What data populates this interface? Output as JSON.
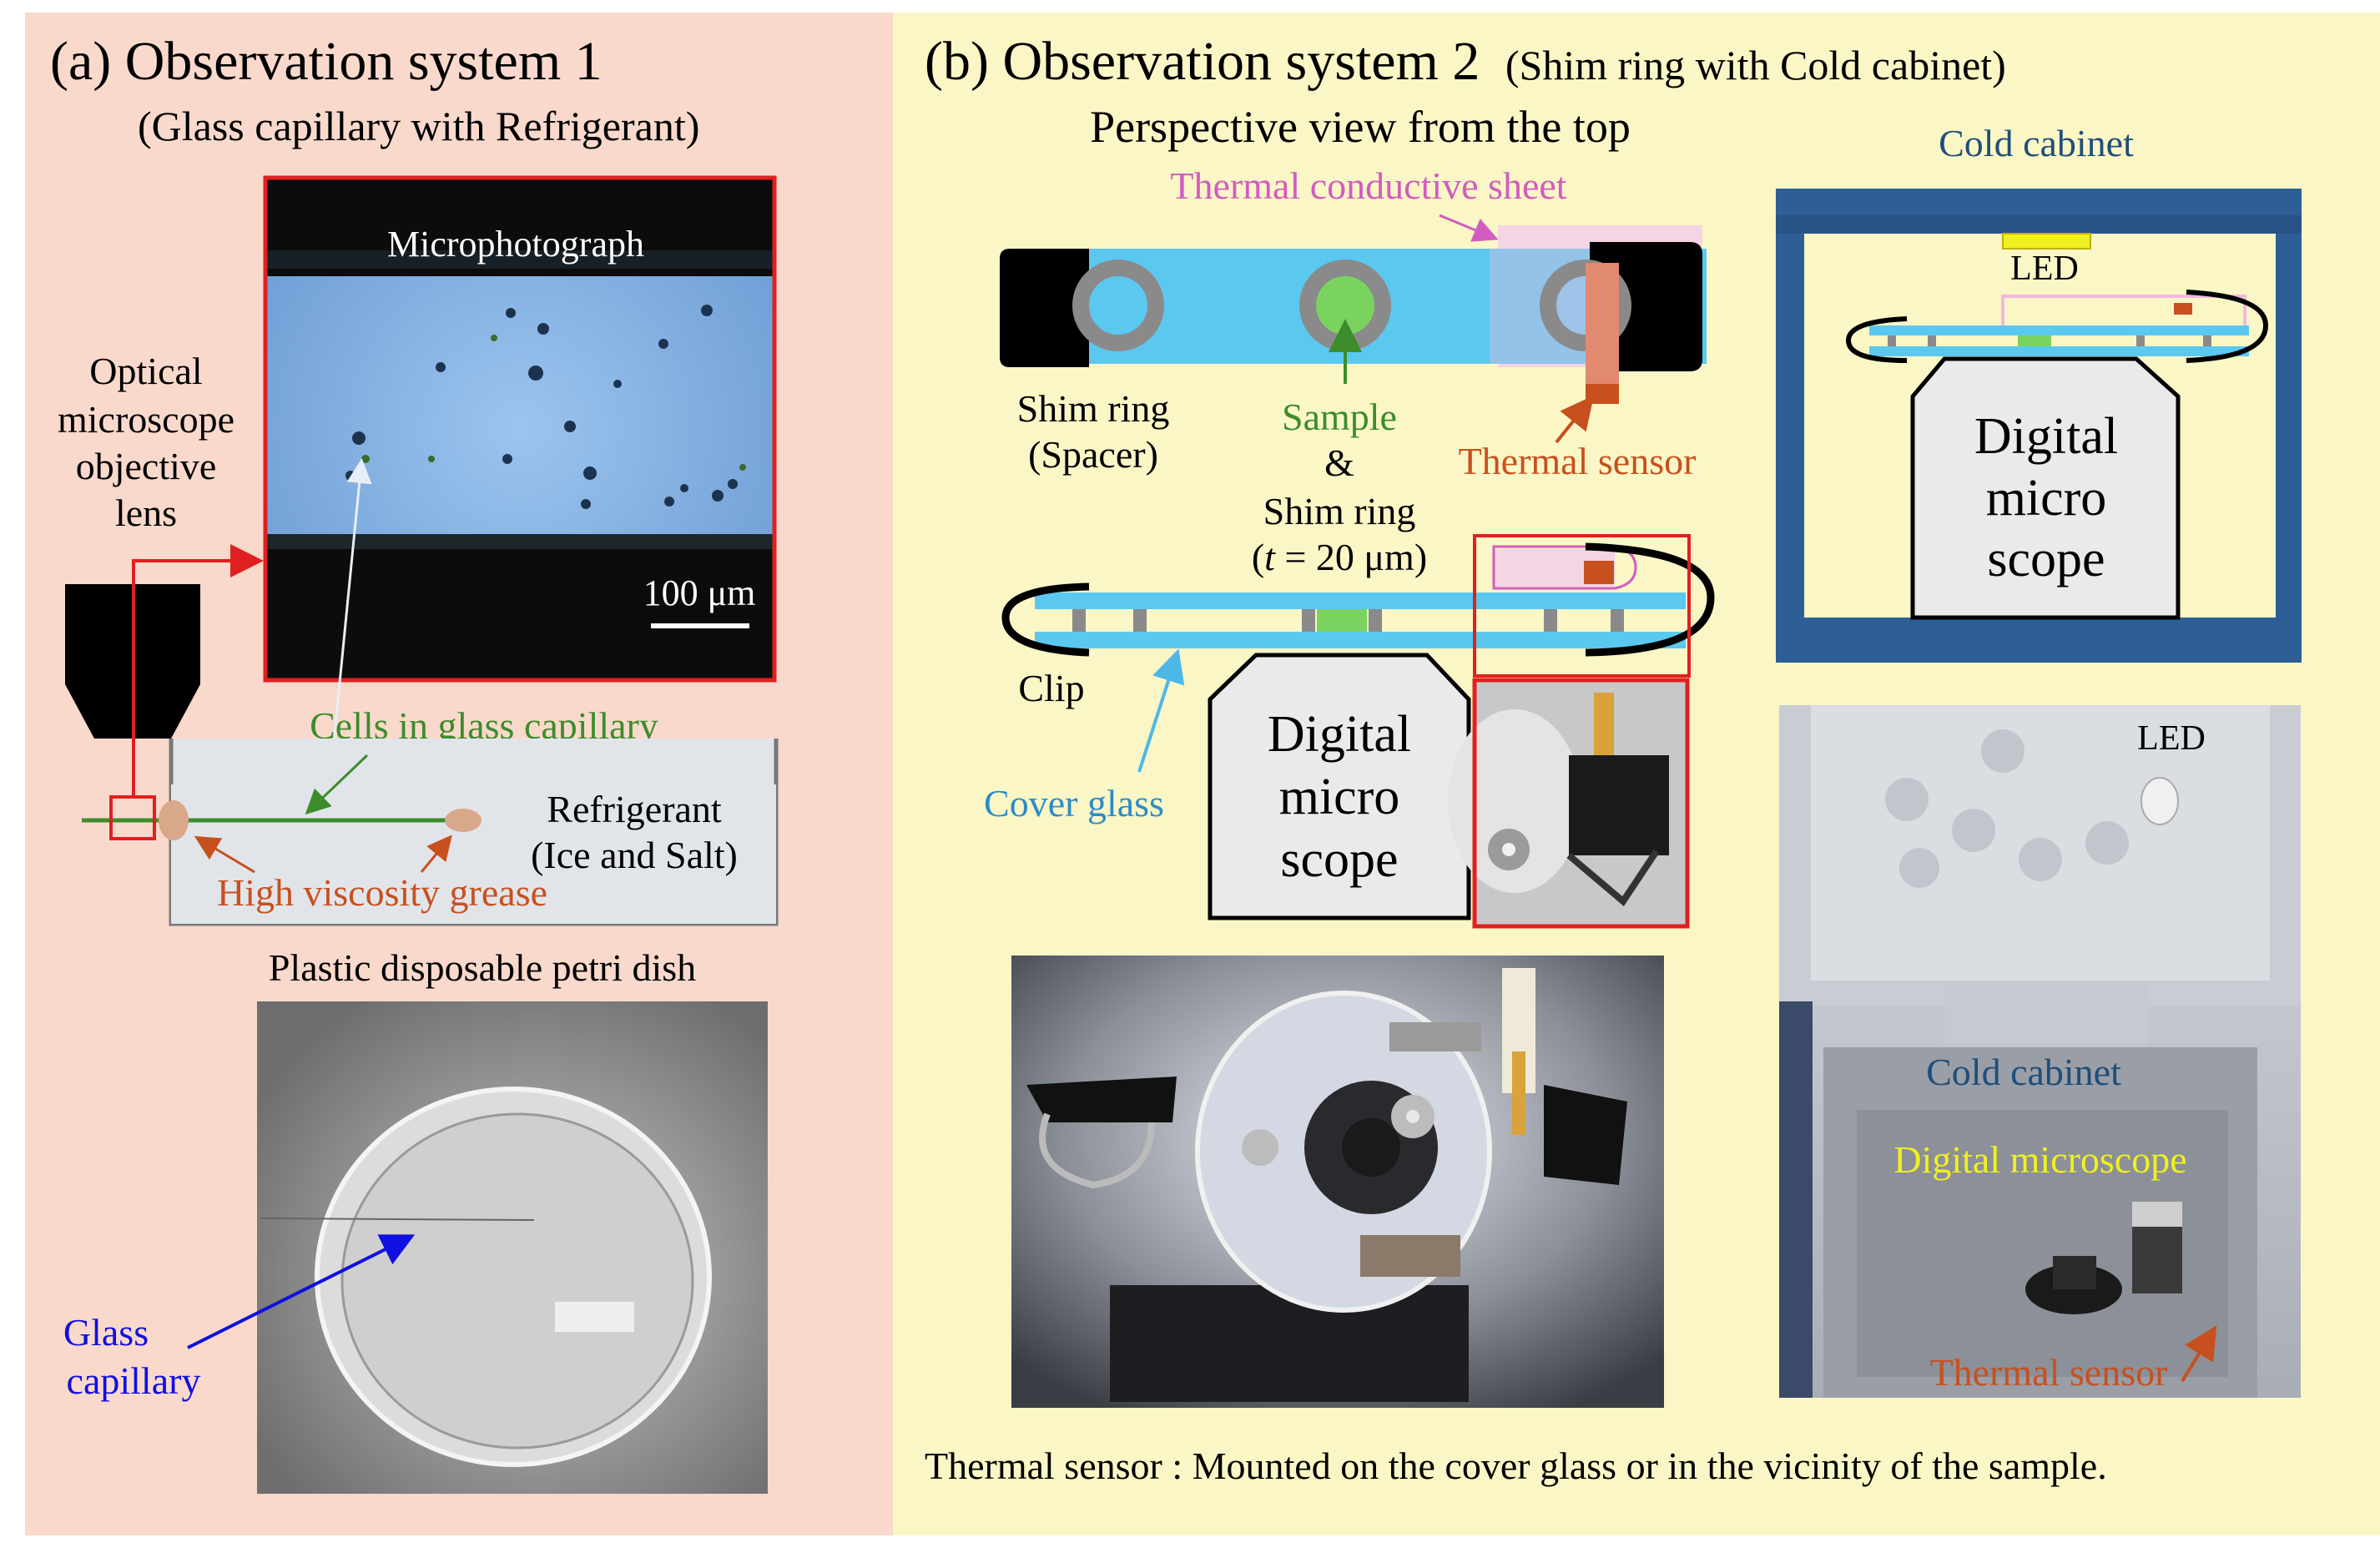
{
  "panel_a": {
    "title": "(a) Observation system 1",
    "subtitle": "(Glass capillary with Refrigerant)",
    "micro_label": "Microphotograph",
    "scale_label": "100 μm",
    "objective_label": [
      "Optical",
      "microscope",
      "objective",
      "lens"
    ],
    "cells_label": "Cells in glass capillary",
    "refrigerant_label": [
      "Refrigerant",
      "(Ice and Salt)"
    ],
    "grease_label": "High viscosity grease",
    "dish_label": "Plastic disposable petri dish",
    "glass_capillary_label": [
      "Glass",
      "capillary"
    ]
  },
  "panel_b": {
    "title": "(b) Observation system 2",
    "title_suffix": "(Shim ring with Cold cabinet)",
    "perspective_label": "Perspective view from the top",
    "thermal_sheet_label": "Thermal conductive sheet",
    "shim_ring_label": [
      "Shim ring",
      "(Spacer)"
    ],
    "sample_label": [
      "Sample",
      "&"
    ],
    "shim_ring_t_label": [
      "Shim ring",
      "(",
      "t",
      " = 20 μm)"
    ],
    "thermal_sensor_label": "Thermal sensor",
    "clip_label": "Clip",
    "cover_glass_label": "Cover glass",
    "digital_microscope_lines": [
      "Digital",
      "micro",
      "scope"
    ],
    "cabinet_title": "Cold cabinet",
    "led_label": "LED",
    "photo_led_label": "LED",
    "photo_cabinet_label": "Cold cabinet",
    "photo_microscope_label": "Digital microscope",
    "photo_sensor_label": "Thermal sensor",
    "footer": "Thermal sensor : Mounted on the cover glass or in the vicinity of the sample."
  },
  "colors": {
    "panel_a_bg": "#f9d9cb",
    "panel_b_bg": "#fbf6c6",
    "capillary_blue": "#5bc8f0",
    "sample_green": "#7ad35f",
    "thermal_orange": "#c8501e",
    "sheet_pink": "#f2b8e0",
    "cabinet_blue": "#2e5e96",
    "highlight_red": "#e02020",
    "label_green": "#3c8c2c",
    "label_orange": "#c8501e",
    "label_blue": "#2c8cc8",
    "label_pink": "#d25cc0",
    "label_navy": "#1f4e79",
    "label_yellow": "#f0f020"
  }
}
